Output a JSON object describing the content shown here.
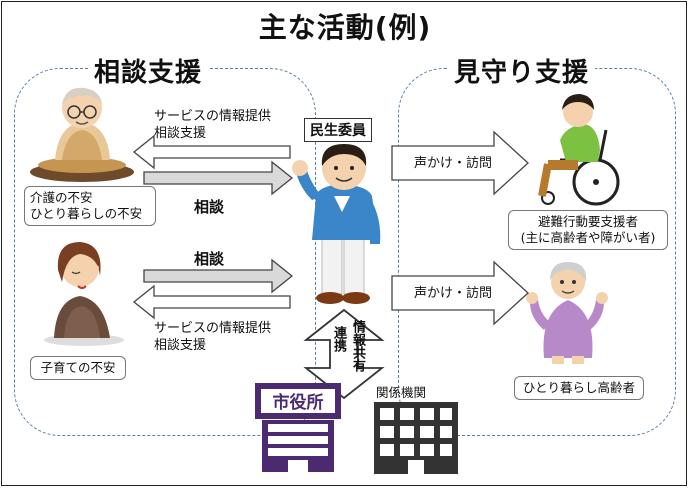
{
  "title": "主な活動(例)",
  "left_section": {
    "title": "相談支援",
    "person1_box": [
      "介護の不安",
      "ひとり暮らしの不安"
    ],
    "person2_box": "子育ての不安",
    "info_text_top": [
      "サービスの情報提供",
      "相談支援"
    ],
    "info_text_bottom": [
      "サービスの情報提供",
      "相談支援"
    ],
    "consult_label_top": "相談",
    "consult_label_bottom": "相談"
  },
  "center": {
    "role_label": "民生委員",
    "link_label": "連携",
    "info_share_label": "情報共有",
    "city_hall_label": "市役所",
    "related_org_label": "関係機関"
  },
  "right_section": {
    "title": "見守り支援",
    "visit_label_top": "声かけ・訪問",
    "visit_label_bottom": "声かけ・訪問",
    "person3_box": [
      "避難行動要支援者",
      "(主に高齢者や障がい者)"
    ],
    "person4_box": "ひとり暮らし高齢者"
  }
}
